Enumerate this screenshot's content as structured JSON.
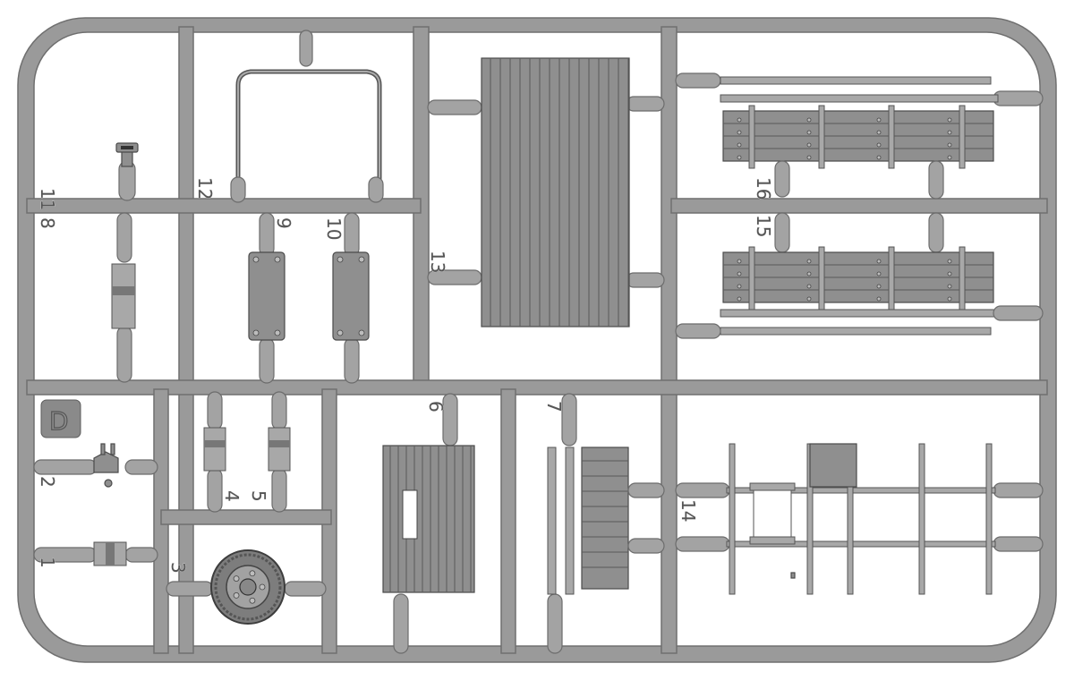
{
  "sprue": {
    "letter": "D",
    "part_numbers": {
      "p1": "1",
      "p2": "2",
      "p3": "3",
      "p4": "4",
      "p5": "5",
      "p6": "6",
      "p7": "7",
      "p8": "8",
      "p9": "9",
      "p10": "10",
      "p11": "11",
      "p12": "12",
      "p13": "13",
      "p14": "14",
      "p15": "15",
      "p16": "16"
    },
    "colors": {
      "plastic": "#9a9a9a",
      "outline": "#6f6f6f",
      "background": "#ffffff"
    }
  }
}
